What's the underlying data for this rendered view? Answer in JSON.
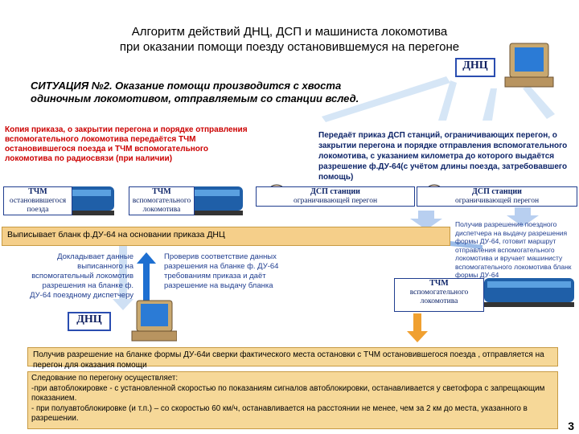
{
  "title_line1": "Алгоритм действий ДНЦ, ДСП и машиниста локомотива",
  "title_line2": "при оказании помощи поезду остановившемуся на перегоне",
  "dnc_label": "ДНЦ",
  "situation": "СИТУАЦИЯ №2. Оказание помощи производится с хвоста одиночным локомотивом, отправляемым со станции вслед.",
  "left_red_text": "Копия приказа, о закрытии перегона и порядке отправления вспомогательного локомотива передаётся ТЧМ остановившегося поезда и ТЧМ вспомогательного локомотива по радиосвязи (при наличии)",
  "right_navy_text": "Передаёт приказ ДСП станций, ограничивающих перегон, о закрытии перегона и порядке отправления вспомогательного локомотива, с указанием километра до которого выдаётся разрешение ф.ДУ-64(с учётом длины поезда, затребовавшего помощь)",
  "tchm1_title": "ТЧМ",
  "tchm1_sub": "остановившегося поезда",
  "tchm2_title": "ТЧМ",
  "tchm2_sub": "вспомогательного локомотива",
  "dsp1_title": "ДСП станции",
  "dsp1_sub": "ограничивающей перегон",
  "dsp2_title": "ДСП станции",
  "dsp2_sub": "ограничивающей перегон",
  "issue_bar": "Выписывает бланк ф.ДУ-64 на основании приказа ДНЦ",
  "report_text": "Докладывает данные выписанного на вспомогательный локомотив разрешения на бланке ф. ДУ-64 поездному диспетчеру",
  "check_text": "Проверив соответствие данных разрешения на бланке ф. ДУ-64 требованиям приказа и даёт разрешение на выдачу бланка",
  "permission_text": "Получив разрешение поездного диспетчера на выдачу разрешения формы ДУ-64, готовит маршрут отправления вспомогательного локомотива и вручает машинисту вспомогательного локомотива бланк формы ДУ-64",
  "tchm3_title": "ТЧМ",
  "tchm3_sub": "вспомогательного локомотива",
  "band1": "Получив разрешение на бланке формы ДУ-64и сверки фактического места остановки с ТЧМ остановившегося поезда , отправляется на перегон для оказания помощи",
  "band2_l1": "Следование по перегону осуществляет:",
  "band2_l2": "-при автоблокировке - с установленной скоростью по показаниям сигналов автоблокировки, останавливается у светофора с запрещающим показанием.",
  "band2_l3": "- при полуавтоблокировке (и т.п.) – со скоростью 60 км/ч, останавливается на расстоянии не менее, чем за 2 км до места, указанного в разрешении.",
  "page_number": "3",
  "colors": {
    "arrow_light": "#cfe0f4",
    "arrow_blue": "#1d6fd1",
    "arrow_orange": "#f0a030",
    "band": "#f6d898"
  }
}
